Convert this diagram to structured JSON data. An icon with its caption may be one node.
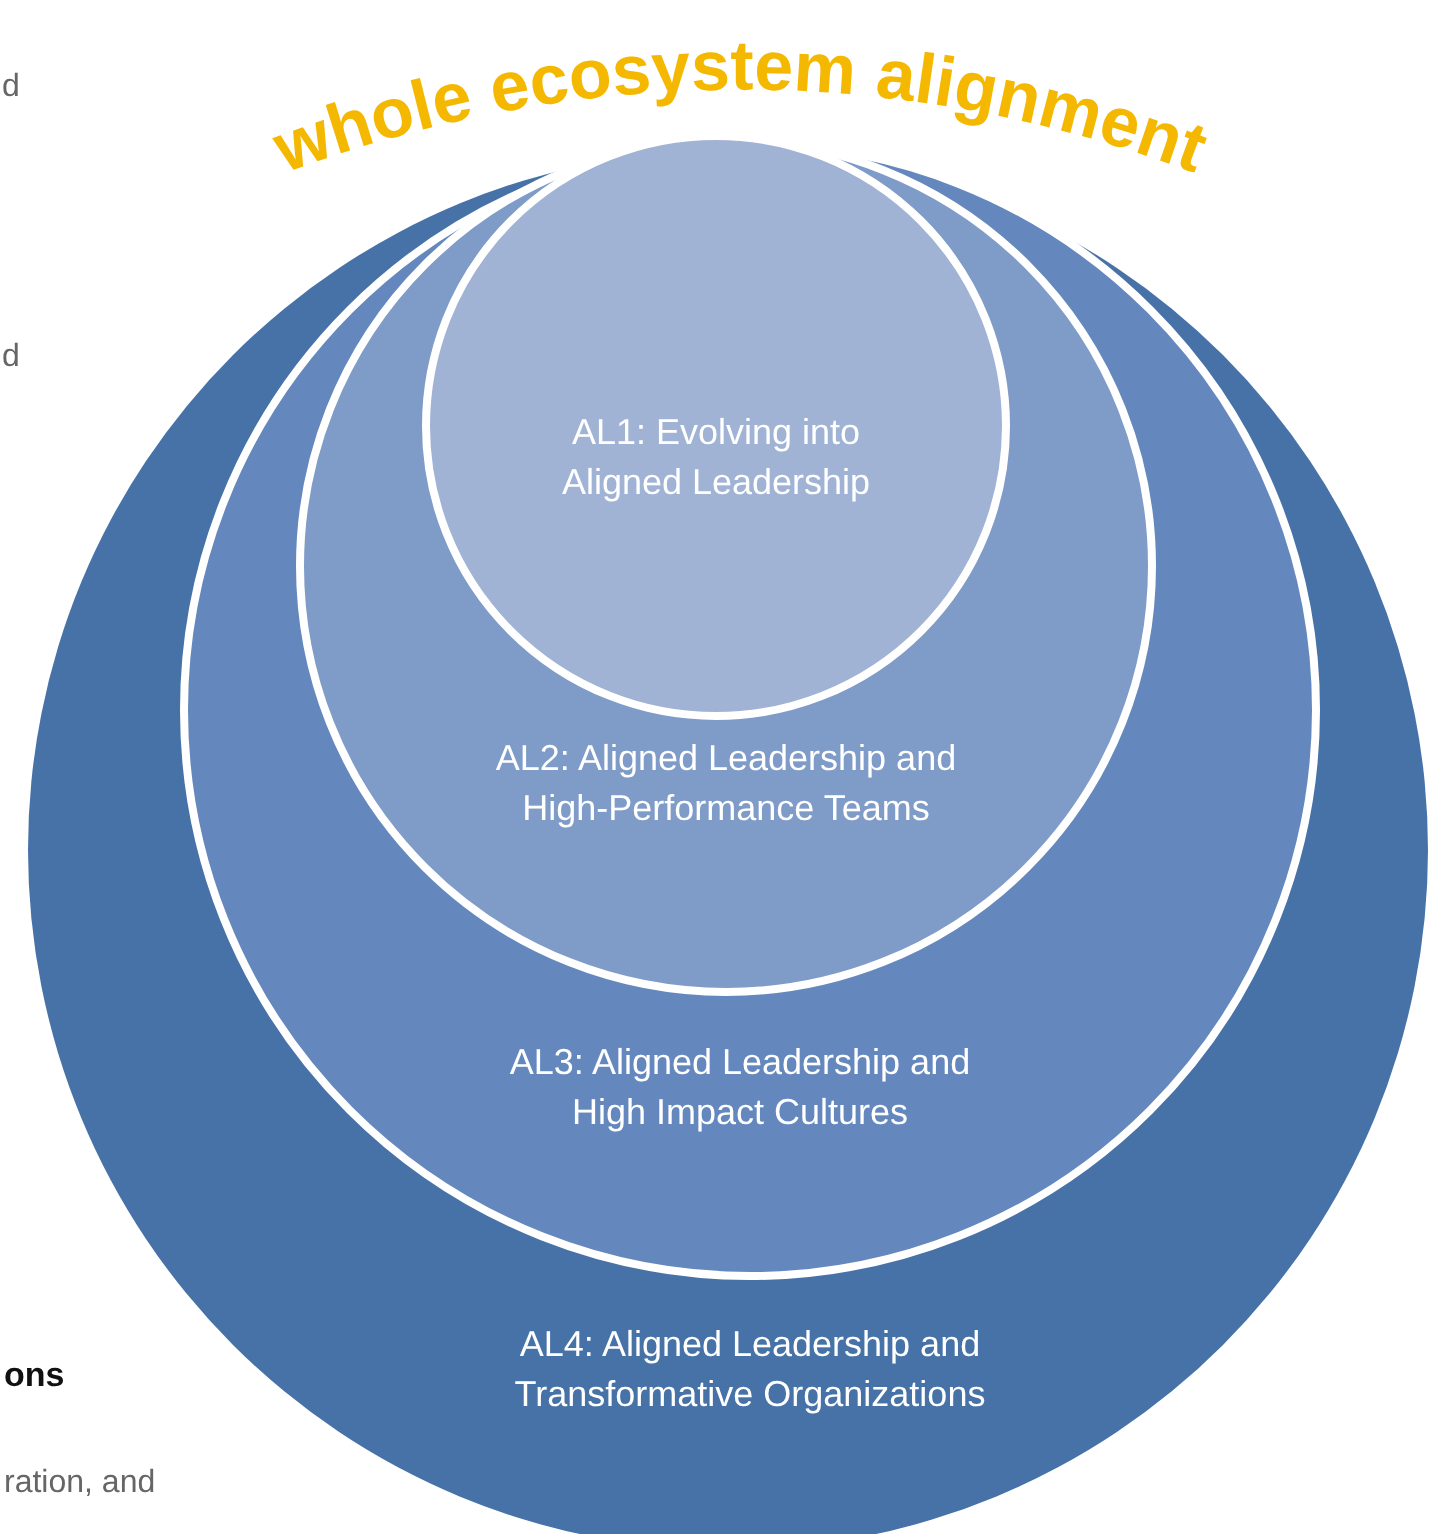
{
  "diagram": {
    "title": "whole ecosystem alignment",
    "nodes": [
      {
        "text": [
          "AL4: Aligned Leadership and Transformative Organizations"
        ]
      },
      {
        "text": [
          "AL3: Aligned Leadership and High Impact Cultures"
        ],
        "in": 0
      },
      {
        "text": [
          "AL2: Aligned Leadership and High-Performance Teams"
        ],
        "in": 1
      },
      {
        "text": [
          "AL1: Evolving into Aligned Leadership"
        ],
        "in": 2
      }
    ],
    "labels": [
      "d",
      "d",
      "ons",
      "ration, and"
    ]
  }
}
